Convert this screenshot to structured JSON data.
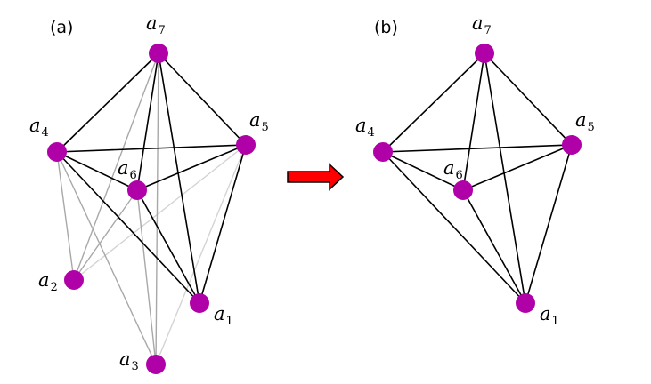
{
  "panels": [
    {
      "label": "(a)",
      "nodes": [
        {
          "id": "a7",
          "name": "a",
          "sub": "7"
        },
        {
          "id": "a4",
          "name": "a",
          "sub": "4"
        },
        {
          "id": "a5",
          "name": "a",
          "sub": "5"
        },
        {
          "id": "a6",
          "name": "a",
          "sub": "6"
        },
        {
          "id": "a2",
          "name": "a",
          "sub": "2"
        },
        {
          "id": "a1",
          "name": "a",
          "sub": "1"
        },
        {
          "id": "a3",
          "name": "a",
          "sub": "3"
        }
      ],
      "edges": [
        {
          "from": "a7",
          "to": "a4",
          "style": "black"
        },
        {
          "from": "a7",
          "to": "a5",
          "style": "black"
        },
        {
          "from": "a7",
          "to": "a6",
          "style": "black"
        },
        {
          "from": "a7",
          "to": "a1",
          "style": "black"
        },
        {
          "from": "a4",
          "to": "a5",
          "style": "black"
        },
        {
          "from": "a4",
          "to": "a6",
          "style": "black"
        },
        {
          "from": "a4",
          "to": "a1",
          "style": "black"
        },
        {
          "from": "a6",
          "to": "a5",
          "style": "black"
        },
        {
          "from": "a6",
          "to": "a1",
          "style": "black"
        },
        {
          "from": "a5",
          "to": "a1",
          "style": "black"
        },
        {
          "from": "a7",
          "to": "a2",
          "style": "gray"
        },
        {
          "from": "a7",
          "to": "a3",
          "style": "gray"
        },
        {
          "from": "a4",
          "to": "a2",
          "style": "gray"
        },
        {
          "from": "a4",
          "to": "a3",
          "style": "gray"
        },
        {
          "from": "a6",
          "to": "a2",
          "style": "gray"
        },
        {
          "from": "a6",
          "to": "a3",
          "style": "gray"
        },
        {
          "from": "a5",
          "to": "a2",
          "style": "lightgray"
        },
        {
          "from": "a5",
          "to": "a3",
          "style": "lightgray"
        }
      ]
    },
    {
      "label": "(b)",
      "nodes": [
        {
          "id": "a7",
          "name": "a",
          "sub": "7"
        },
        {
          "id": "a4",
          "name": "a",
          "sub": "4"
        },
        {
          "id": "a5",
          "name": "a",
          "sub": "5"
        },
        {
          "id": "a6",
          "name": "a",
          "sub": "6"
        },
        {
          "id": "a1",
          "name": "a",
          "sub": "1"
        }
      ],
      "edges": [
        {
          "from": "a7",
          "to": "a4",
          "style": "black"
        },
        {
          "from": "a7",
          "to": "a5",
          "style": "black"
        },
        {
          "from": "a7",
          "to": "a6",
          "style": "black"
        },
        {
          "from": "a7",
          "to": "a1",
          "style": "black"
        },
        {
          "from": "a4",
          "to": "a5",
          "style": "black"
        },
        {
          "from": "a4",
          "to": "a6",
          "style": "black"
        },
        {
          "from": "a4",
          "to": "a1",
          "style": "black"
        },
        {
          "from": "a6",
          "to": "a5",
          "style": "black"
        },
        {
          "from": "a6",
          "to": "a1",
          "style": "black"
        },
        {
          "from": "a5",
          "to": "a1",
          "style": "black"
        }
      ]
    }
  ],
  "colors": {
    "node": "#b000a8",
    "edge_black": "#000000",
    "edge_gray": "#a8a8a8",
    "edge_lightgray": "#d4d4d4",
    "arrow_fill": "#ff0000",
    "arrow_stroke": "#000000"
  },
  "arrow": {
    "direction": "right",
    "meaning": "transforms-to"
  }
}
